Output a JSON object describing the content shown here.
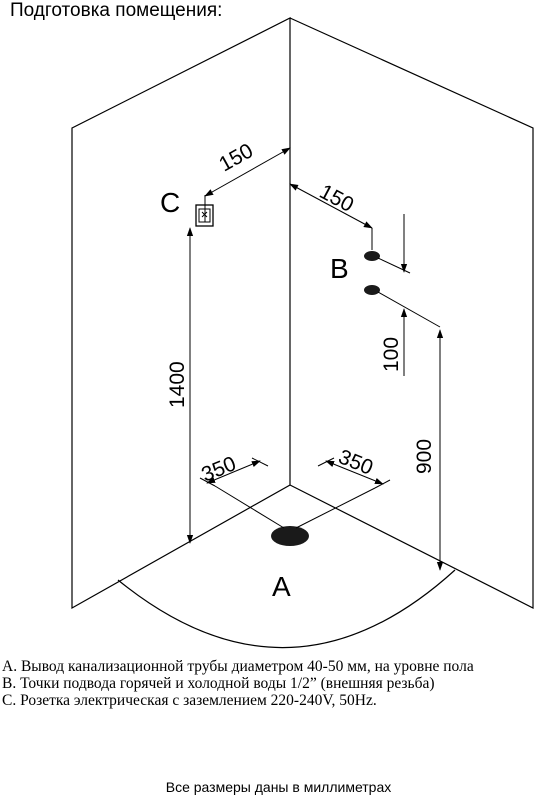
{
  "title": "Подготовка помещения:",
  "points": {
    "a": "A",
    "b": "B",
    "c": "C"
  },
  "dimensions": {
    "c_offset": "150",
    "b_offset": "150",
    "c_height": "1400",
    "b_spacing": "100",
    "b_height": "900",
    "a_left": "350",
    "a_right": "350"
  },
  "legend": [
    "A. Вывод  канализационной трубы диаметром 40-50 мм, на уровне пола",
    "B. Точки подвода горячей и холодной воды 1/2” (внешняя резьба)",
    "C. Розетка электрическая с заземлением 220-240V, 50Hz."
  ],
  "footer": "Все размеры даны в миллиметрах"
}
